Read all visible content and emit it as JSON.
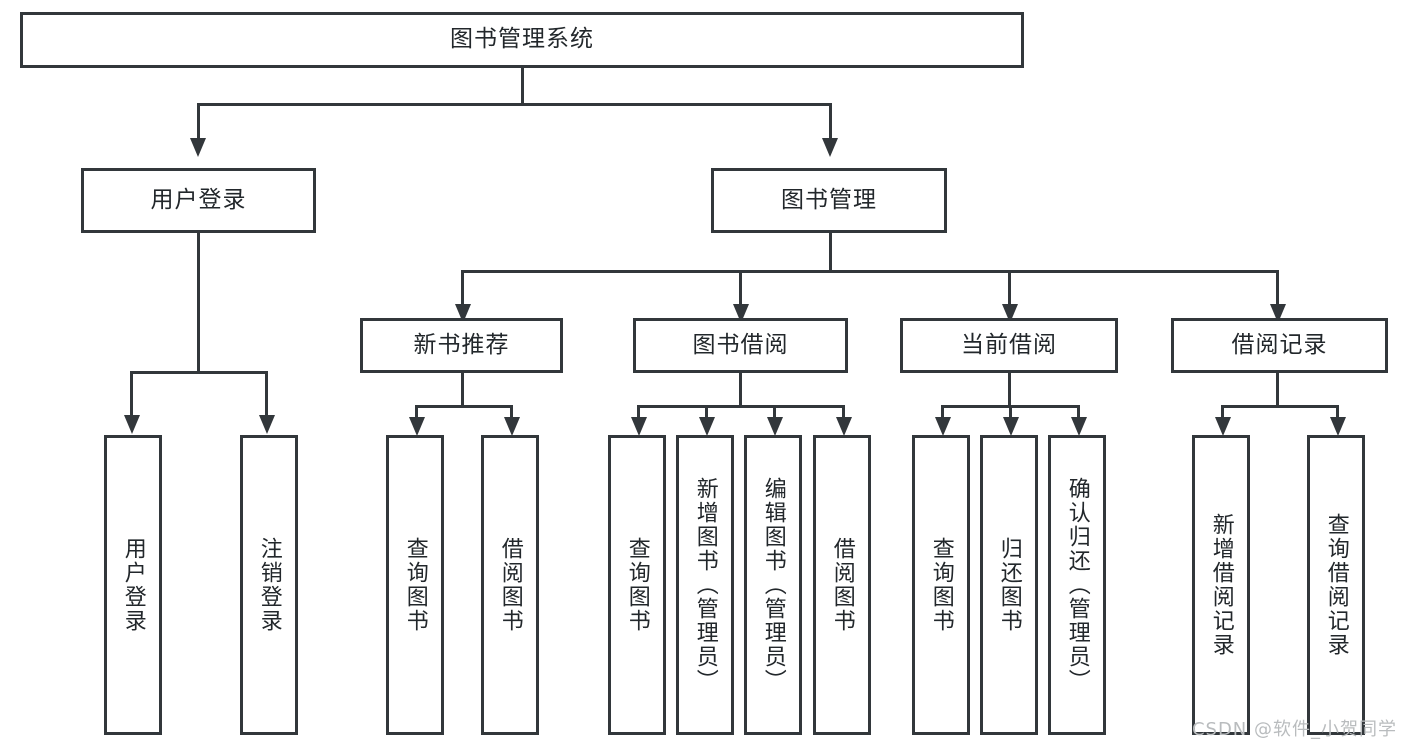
{
  "diagram": {
    "type": "tree-hierarchy",
    "title": "图书管理系统",
    "watermark": "CSDN @软件_小贺同学",
    "colors": {
      "stroke": "#32373b",
      "fill": "#ffffff",
      "text": "#22272b",
      "watermark": "#b9bcbe"
    },
    "nodes": {
      "root": {
        "label": "图书管理系统",
        "level": 0
      },
      "login": {
        "label": "用户登录",
        "level": 1
      },
      "book_mgmt": {
        "label": "图书管理",
        "level": 1
      },
      "new_book_rec": {
        "label": "新书推荐",
        "level": 2
      },
      "book_borrow": {
        "label": "图书借阅",
        "level": 2
      },
      "current_borrow": {
        "label": "当前借阅",
        "level": 2
      },
      "borrow_record": {
        "label": "借阅记录",
        "level": 2
      },
      "leaf_user_login": {
        "label": "用户登录",
        "level": 2
      },
      "leaf_logout": {
        "label": "注销登录",
        "level": 2
      },
      "leaf_query_book_1": {
        "label": "查询图书",
        "level": 3
      },
      "leaf_borrow_book_1": {
        "label": "借阅图书",
        "level": 3
      },
      "leaf_query_book_2": {
        "label": "查询图书",
        "level": 3
      },
      "leaf_add_book": {
        "label": "新增图书（管理员）",
        "level": 3
      },
      "leaf_edit_book": {
        "label": "编辑图书（管理员）",
        "level": 3
      },
      "leaf_borrow_book_2": {
        "label": "借阅图书",
        "level": 3
      },
      "leaf_query_book_3": {
        "label": "查询图书",
        "level": 3
      },
      "leaf_return_book": {
        "label": "归还图书",
        "level": 3
      },
      "leaf_confirm_return": {
        "label": "确认归还（管理员）",
        "level": 3
      },
      "leaf_add_record": {
        "label": "新增借阅记录",
        "level": 3
      },
      "leaf_query_record": {
        "label": "查询借阅记录",
        "level": 3
      }
    }
  }
}
